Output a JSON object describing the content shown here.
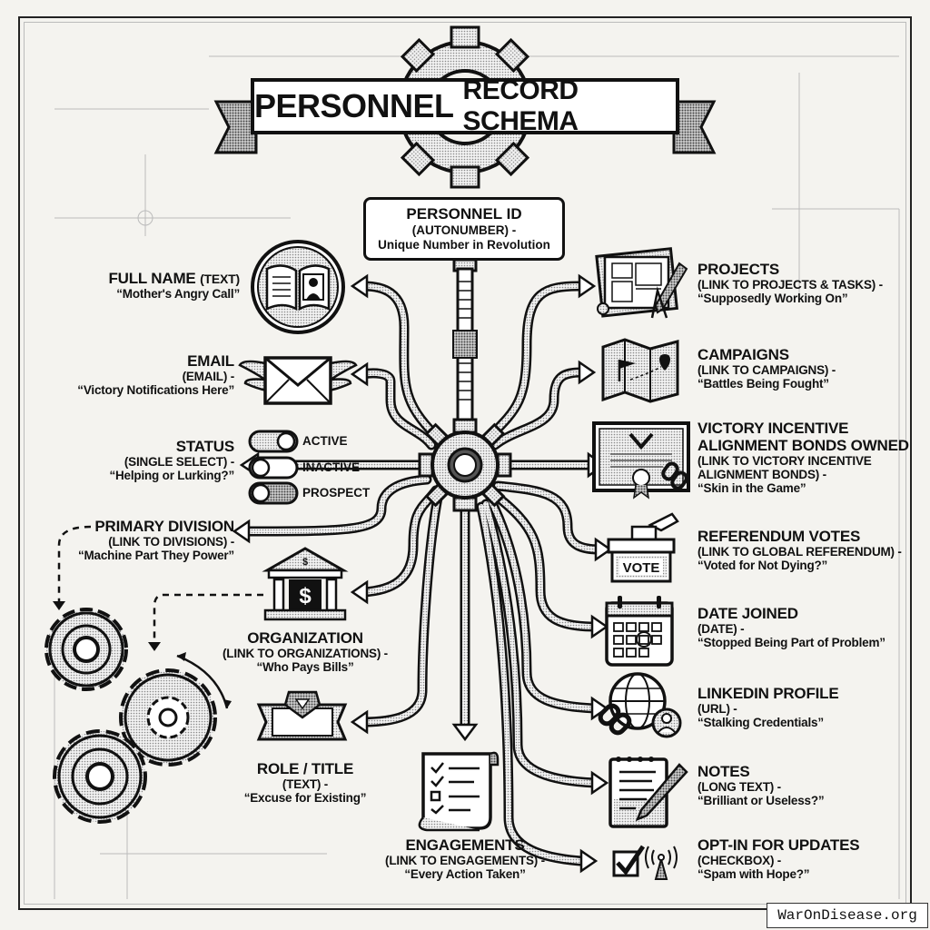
{
  "title": {
    "primary": "PERSONNEL",
    "secondary": "RECORD SCHEMA"
  },
  "primary_key": {
    "name": "PERSONNEL ID",
    "type": "(AUTONUMBER) -",
    "description": "Unique Number in Revolution"
  },
  "fields_left": [
    {
      "name": "FULL NAME",
      "type": "(TEXT)",
      "description": "“Mother's Angry Call”",
      "icon": "book-portrait-icon"
    },
    {
      "name": "EMAIL",
      "type": "(EMAIL) -",
      "description": "“Victory Notifications Here”",
      "icon": "winged-envelope-icon"
    },
    {
      "name": "STATUS",
      "type": "(SINGLE SELECT) -",
      "description": "“Helping or Lurking?”",
      "icon": "toggle-icon"
    },
    {
      "name": "PRIMARY DIVISION",
      "type": "(LINK TO DIVISIONS) -",
      "description": "“Machine Part They Power”",
      "icon": "gears-icon"
    },
    {
      "name": "ORGANIZATION",
      "type": "(LINK TO ORGANIZATIONS) -",
      "description": "“Who Pays Bills”",
      "icon": "bank-icon"
    },
    {
      "name": "ROLE / TITLE",
      "type": "(TEXT) -",
      "description": "“Excuse for Existing”",
      "icon": "badge-ribbon-icon"
    }
  ],
  "status_options": [
    "ACTIVE",
    "INACTIVE",
    "PROSPECT"
  ],
  "field_bottom": {
    "name": "ENGAGEMENTS",
    "type": "(LINK TO ENGAGEMENTS) -",
    "description": "“Every Action Taken”",
    "icon": "checklist-scroll-icon"
  },
  "fields_right": [
    {
      "name": "PROJECTS",
      "type": "(LINK TO PROJECTS & TASKS) -",
      "description": "“Supposedly Working On”",
      "icon": "blueprint-icon"
    },
    {
      "name": "CAMPAIGNS",
      "type": "(LINK TO CAMPAIGNS) -",
      "description": "“Battles Being Fought”",
      "icon": "map-flag-icon"
    },
    {
      "name": "VICTORY INCENTIVE ALIGNMENT BONDS OWNED",
      "name_line1": "VICTORY INCENTIVE",
      "name_line2": "ALIGNMENT BONDS OWNED",
      "type": "(LINK TO VICTORY INCENTIVE ALIGNMENT BONDS) -",
      "type_line1": "(LINK TO VICTORY INCENTIVE",
      "type_line2": "ALIGNMENT BONDS) -",
      "description": "“Skin in the Game”",
      "icon": "certificate-icon"
    },
    {
      "name": "REFERENDUM VOTES",
      "type": "(LINK TO GLOBAL REFERENDUM) -",
      "description": "“Voted for Not Dying?”",
      "icon": "ballot-box-icon",
      "icon_text": "VOTE"
    },
    {
      "name": "DATE JOINED",
      "type": "(DATE) -",
      "description": "“Stopped Being Part of Problem”",
      "icon": "calendar-icon"
    },
    {
      "name": "LINKEDIN PROFILE",
      "type": "(URL) -",
      "description": "“Stalking Credentials”",
      "icon": "globe-link-icon"
    },
    {
      "name": "NOTES",
      "type": "(LONG TEXT) -",
      "description": "“Brilliant or Useless?”",
      "icon": "notepad-pen-icon"
    },
    {
      "name": "OPT-IN FOR UPDATES",
      "type": "(CHECKBOX) -",
      "description": "“Spam with Hope?”",
      "icon": "checkbox-antenna-icon"
    }
  ],
  "watermark": "WarOnDisease.org",
  "colors": {
    "background": "#f4f3ef",
    "ink": "#111111",
    "halftone": "#bdbdbd"
  }
}
